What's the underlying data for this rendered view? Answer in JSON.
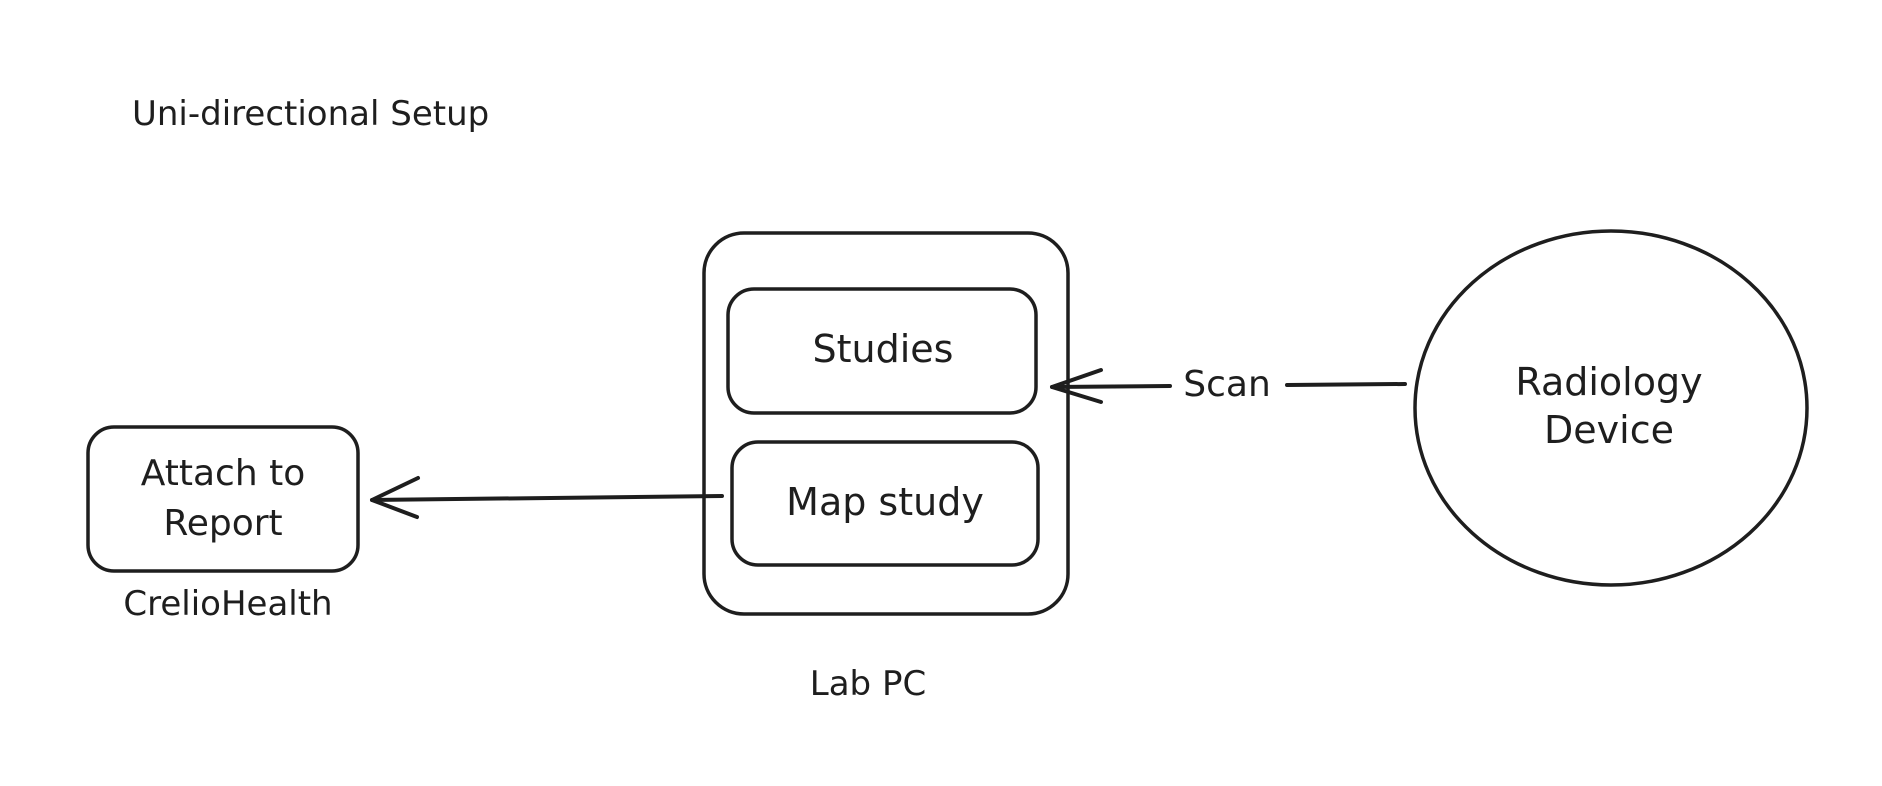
{
  "diagram": {
    "title": "Uni-directional Setup",
    "nodes": {
      "attach_to_report": {
        "line1": "Attach to",
        "line2": "Report"
      },
      "creliohealth": "CrelioHealth",
      "studies": "Studies",
      "map_study": "Map study",
      "lab_pc": "Lab PC",
      "radiology_device": {
        "line1": "Radiology",
        "line2": "Device"
      }
    },
    "edges": {
      "scan": "Scan"
    },
    "stroke_color": "#1e1e1e",
    "background_color": "#ffffff"
  }
}
